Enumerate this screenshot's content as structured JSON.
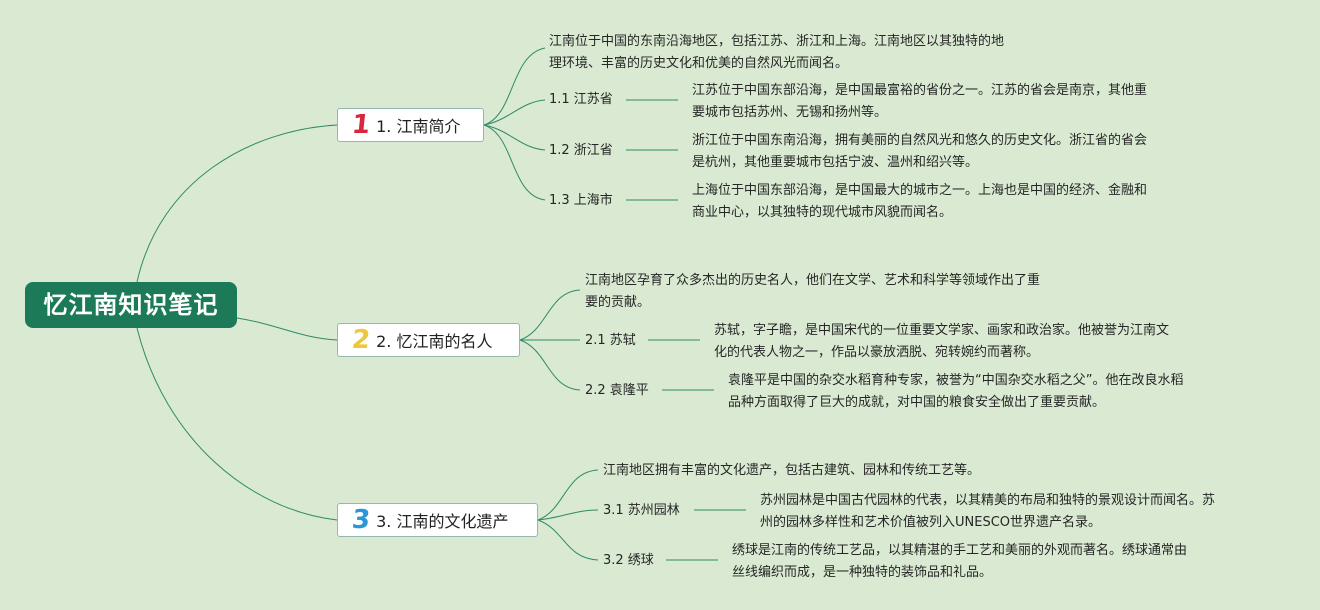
{
  "root": {
    "title": "忆江南知识笔记"
  },
  "colors": {
    "background": "#d9e9d2",
    "root_fill": "#1c7a59",
    "line": "#2f8a67",
    "icon_1": "#d8283e",
    "icon_2": "#f1c63a",
    "icon_3": "#2a97d6"
  },
  "topics": [
    {
      "icon": "number-1-icon",
      "icon_glyph": "1",
      "label": "1. 江南简介",
      "summary": [
        "江南位于中国的东南沿海地区，包括江苏、浙江和上海。江南地区以其独特的地",
        "理环境、丰富的历史文化和优美的自然风光而闻名。"
      ],
      "children": [
        {
          "label": "1.1 江苏省",
          "desc": [
            "江苏位于中国东部沿海，是中国最富裕的省份之一。江苏的省会是南京，其他重",
            "要城市包括苏州、无锡和扬州等。"
          ]
        },
        {
          "label": "1.2 浙江省",
          "desc": [
            "浙江位于中国东南沿海，拥有美丽的自然风光和悠久的历史文化。浙江省的省会",
            "是杭州，其他重要城市包括宁波、温州和绍兴等。"
          ]
        },
        {
          "label": "1.3 上海市",
          "desc": [
            "上海位于中国东部沿海，是中国最大的城市之一。上海也是中国的经济、金融和",
            "商业中心，以其独特的现代城市风貌而闻名。"
          ]
        }
      ]
    },
    {
      "icon": "number-2-icon",
      "icon_glyph": "2",
      "label": "2. 忆江南的名人",
      "summary": [
        "江南地区孕育了众多杰出的历史名人，他们在文学、艺术和科学等领域作出了重",
        "要的贡献。"
      ],
      "children": [
        {
          "label": "2.1 苏轼",
          "desc": [
            "苏轼，字子瞻，是中国宋代的一位重要文学家、画家和政治家。他被誉为江南文",
            "化的代表人物之一，作品以豪放洒脱、宛转婉约而著称。"
          ]
        },
        {
          "label": "2.2 袁隆平",
          "desc": [
            "袁隆平是中国的杂交水稻育种专家，被誉为“中国杂交水稻之父”。他在改良水稻",
            "品种方面取得了巨大的成就，对中国的粮食安全做出了重要贡献。"
          ]
        }
      ]
    },
    {
      "icon": "number-3-icon",
      "icon_glyph": "3",
      "label": "3. 江南的文化遗产",
      "summary": [
        "江南地区拥有丰富的文化遗产，包括古建筑、园林和传统工艺等。"
      ],
      "children": [
        {
          "label": "3.1 苏州园林",
          "desc": [
            "苏州园林是中国古代园林的代表，以其精美的布局和独特的景观设计而闻名。苏",
            "州的园林多样性和艺术价值被列入UNESCO世界遗产名录。"
          ]
        },
        {
          "label": "3.2 绣球",
          "desc": [
            "绣球是江南的传统工艺品，以其精湛的手工艺和美丽的外观而著名。绣球通常由",
            "丝线编织而成，是一种独特的装饰品和礼品。"
          ]
        }
      ]
    }
  ]
}
